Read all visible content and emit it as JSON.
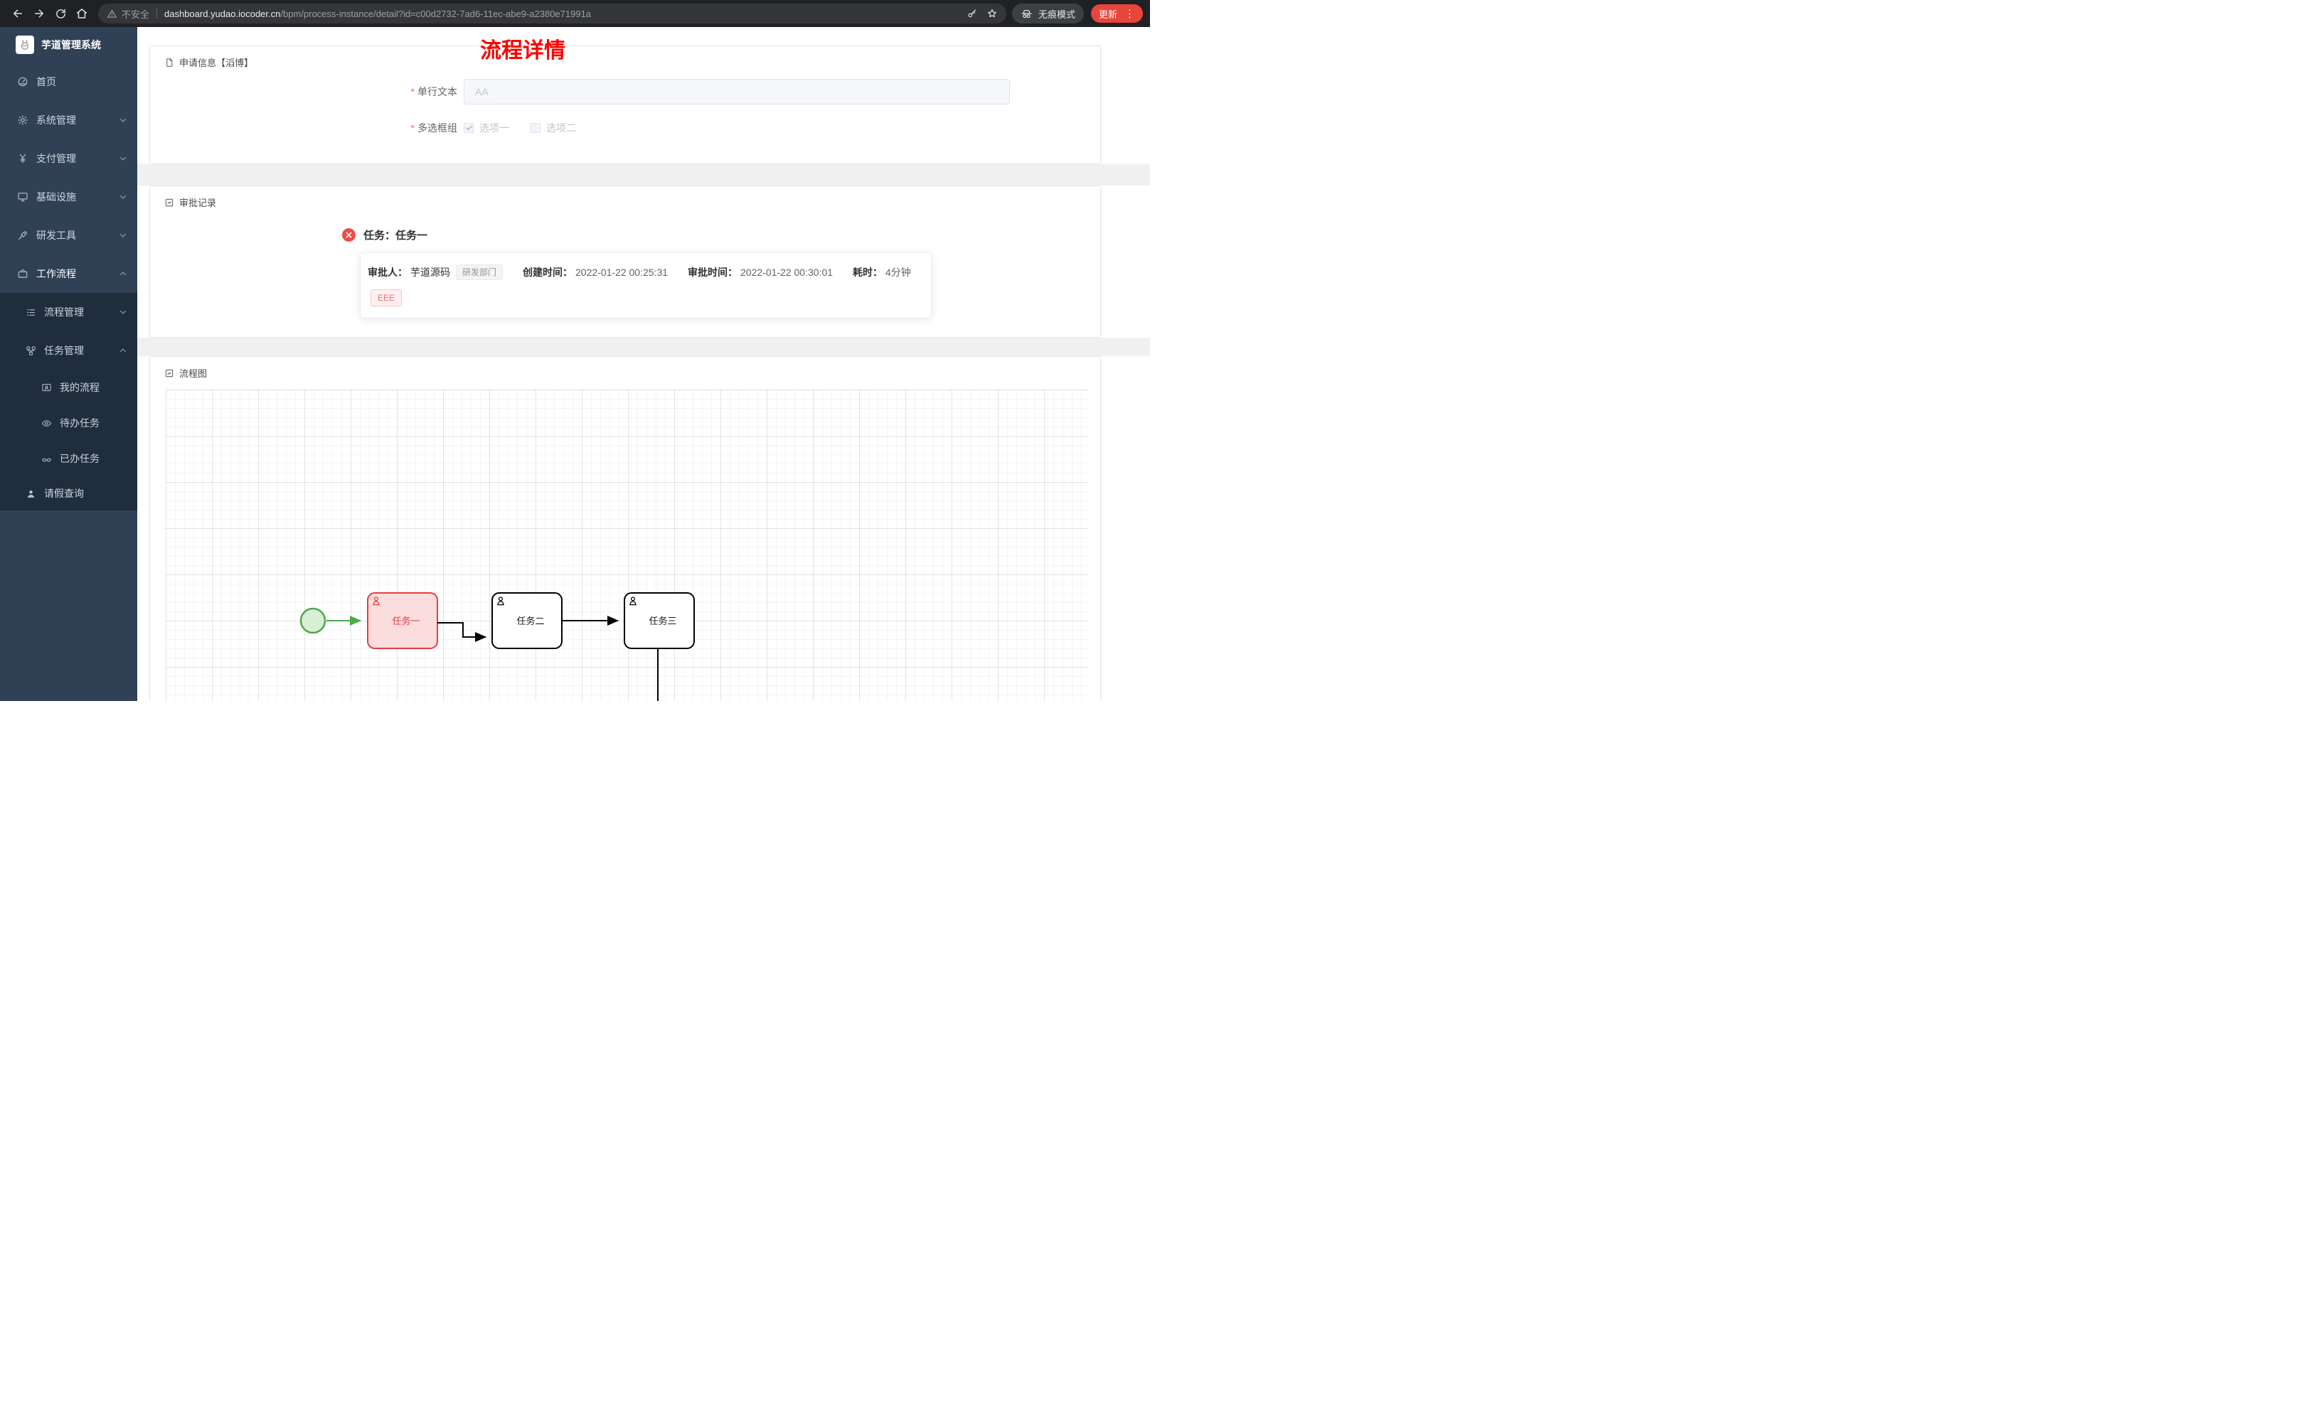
{
  "colors": {
    "page_title_red": "#fe0000",
    "sidebar_bg": "#304156",
    "sidebar_submenu_bg": "#1f2d3d",
    "update_button_bg": "#e8453c",
    "danger_tag_text": "#f56c6c",
    "timeline_error_node": "#f34b4b",
    "diagram_highlight_stroke": "#e43d3c",
    "diagram_highlight_fill": "#fbdddd",
    "diagram_completed_green": "#49ad49",
    "start_event_fill": "#d9efd5",
    "card_gap_gray": "#f0f0f0"
  },
  "browser": {
    "security_label": "不安全",
    "url_host": "dashboard.yudao.iocoder.cn",
    "url_path": "/bpm/process-instance/detail?id=c00d2732-7ad6-11ec-abe9-a2380e71991a",
    "incognito_label": "无痕模式",
    "update_label": "更新",
    "kebab_glyph": "⋮"
  },
  "sidebar": {
    "logo_title": "芋道管理系统",
    "items": [
      {
        "label": "首页"
      },
      {
        "label": "系统管理"
      },
      {
        "label": "支付管理"
      },
      {
        "label": "基础设施"
      },
      {
        "label": "研发工具"
      },
      {
        "label": "工作流程"
      }
    ],
    "submenu": [
      {
        "label": "流程管理"
      },
      {
        "label": "任务管理"
      }
    ],
    "task_children": [
      {
        "label": "我的流程"
      },
      {
        "label": "待办任务"
      },
      {
        "label": "已办任务"
      }
    ],
    "leave_item": {
      "label": "请假查询"
    }
  },
  "page": {
    "title": "流程详情"
  },
  "apply_card": {
    "header": "申请信息【滔博】",
    "required_mark": "*",
    "text_field": {
      "label": "单行文本",
      "value": "AA"
    },
    "checkbox_field": {
      "label": "多选框组",
      "options": [
        {
          "label": "选项一",
          "checked": true
        },
        {
          "label": "选项二",
          "checked": false
        }
      ]
    }
  },
  "approval_card": {
    "header": "审批记录",
    "task_title": "任务：任务一",
    "approver_label": "审批人：",
    "approver_name": "芋道源码",
    "approver_dept": "研发部门",
    "created_label": "创建时间：",
    "created_time": "2022-01-22 00:25:31",
    "approved_label": "审批时间：",
    "approved_time": "2022-01-22 00:30:01",
    "duration_label": "耗时：",
    "duration_value": "4分钟",
    "comment_tag": "EEE"
  },
  "diagram_card": {
    "header": "流程图",
    "tasks": [
      {
        "label": "任务一",
        "highlighted": true
      },
      {
        "label": "任务二",
        "highlighted": false
      },
      {
        "label": "任务三",
        "highlighted": false
      }
    ]
  }
}
